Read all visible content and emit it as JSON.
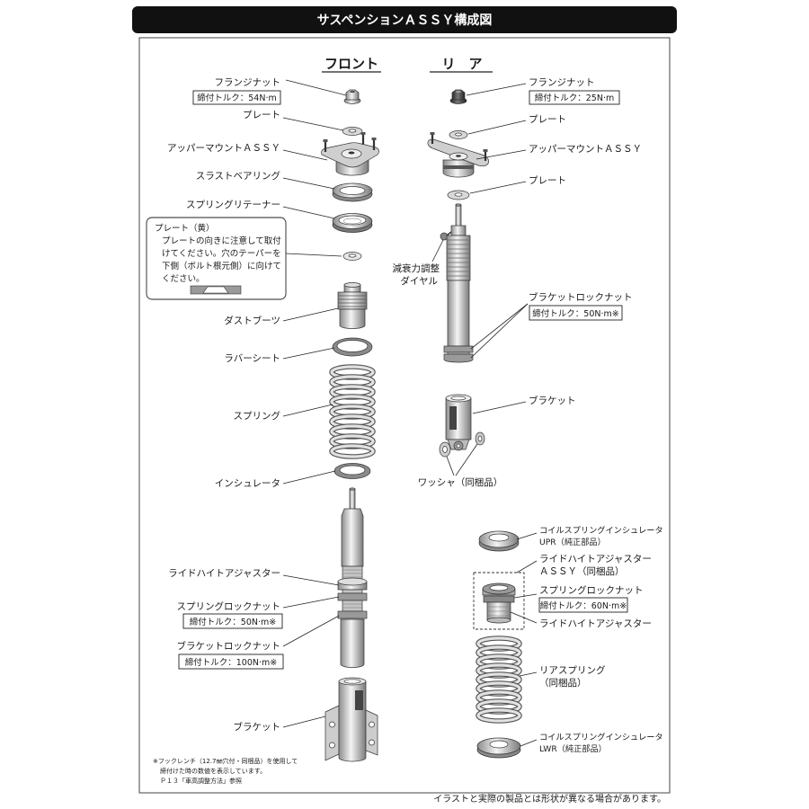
{
  "header": {
    "title": "サスペンションＡＳＳＹ構成図"
  },
  "sections": {
    "front": "フロント",
    "rear": "リ　ア"
  },
  "front": {
    "flange_nut": {
      "label": "フランジナット",
      "torque": "締付トルク：54N·m"
    },
    "plate": "プレート",
    "upper_mount": "アッパーマウントＡＳＳＹ",
    "thrust_bearing": "スラストベアリング",
    "spring_retainer": "スプリングリテーナー",
    "plate_note": {
      "title": "プレート（黄）",
      "lines": [
        "プレートの向きに注意して取付",
        "けてください。穴のテーパーを",
        "下側（ボルト根元側）に向けて",
        "ください。"
      ]
    },
    "dust_boot": "ダストブーツ",
    "rubber_seat": "ラバーシート",
    "spring": "スプリング",
    "insulator": "インシュレータ",
    "ride_height_adjuster": "ライドハイトアジャスター",
    "spring_lock_nut": {
      "label": "スプリングロックナット",
      "torque": "締付トルク：50N·m※"
    },
    "bracket_lock_nut": {
      "label": "ブラケットロックナット",
      "torque": "締付トルク：100N·m※"
    },
    "bracket": "ブラケット",
    "footnote": [
      "※フックレンチ（12.7㎜穴付・同梱品）を使用して",
      "締付けた時の数値を表示しています。",
      "Ｐ１３「車高調整方法」参照"
    ]
  },
  "rear": {
    "flange_nut": {
      "label": "フランジナット",
      "torque": "締付トルク：25N·m"
    },
    "plate_upper": "プレート",
    "upper_mount": "アッパーマウントＡＳＳＹ",
    "plate_lower": "プレート",
    "damping_dial": [
      "減衰力調整",
      "ダイヤル"
    ],
    "bracket_lock_nut": {
      "label": "ブラケットロックナット",
      "torque": "締付トルク：50N·m※"
    },
    "bracket": "ブラケット",
    "washer": "ワッシャ（同梱品）",
    "insulator_upr": [
      "コイルスプリングインシュレータ",
      "UPR（純正部品）"
    ],
    "ride_height_adjuster_assy": [
      "ライドハイトアジャスター",
      "ＡＳＳＹ（同梱品）"
    ],
    "spring_lock_nut": {
      "label": "スプリングロックナット",
      "torque": "締付トルク：60N·m※"
    },
    "ride_height_adjuster": "ライドハイトアジャスター",
    "rear_spring": [
      "リアスプリング",
      "（同梱品）"
    ],
    "insulator_lwr": [
      "コイルスプリングインシュレータ",
      "LWR（純正部品）"
    ]
  },
  "caption": "イラストと実際の製品とは形状が異なる場合があります。"
}
